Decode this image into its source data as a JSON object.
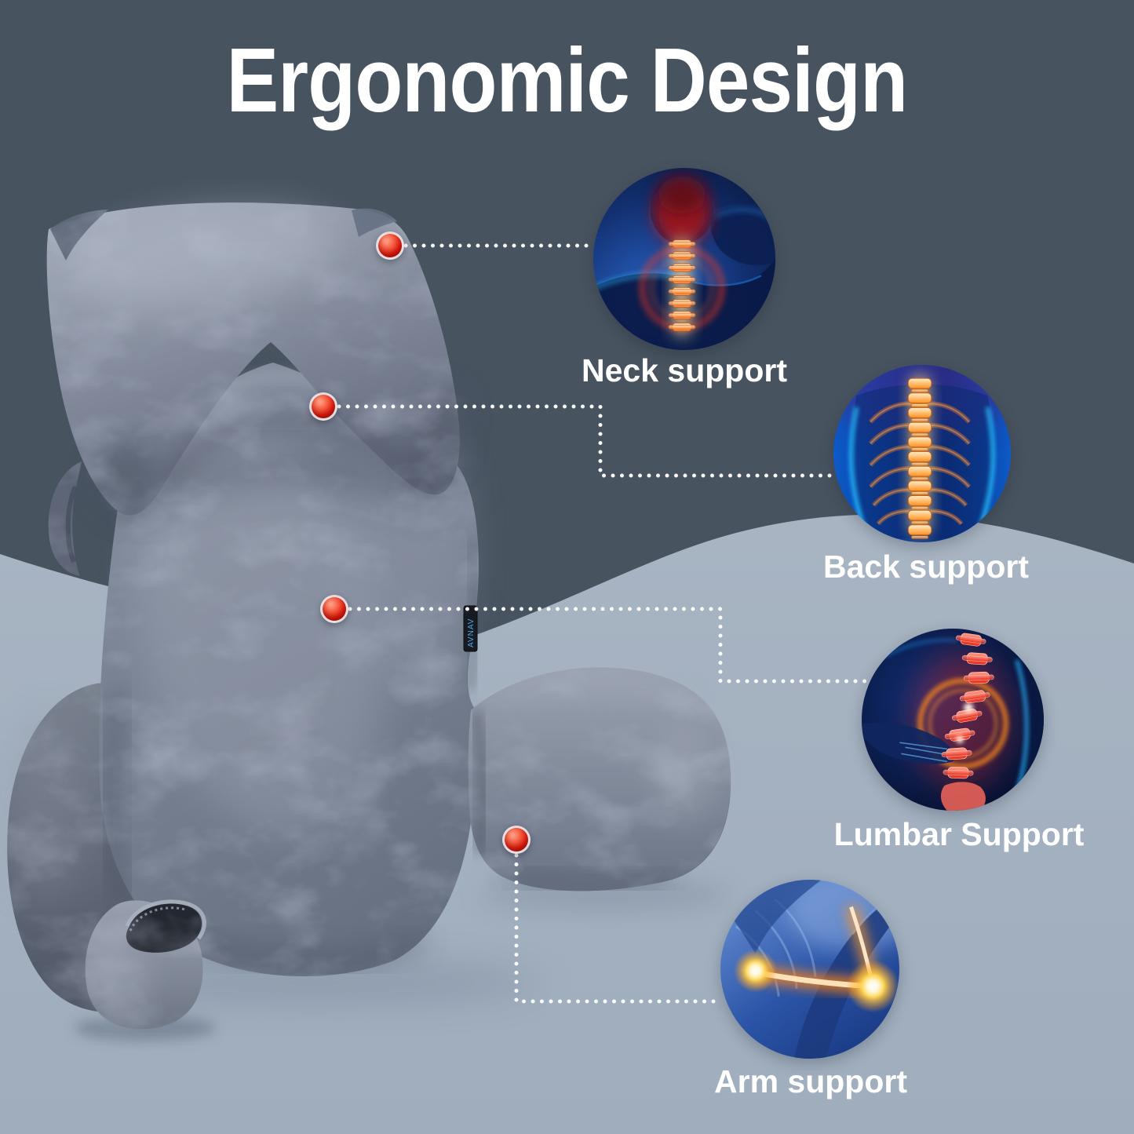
{
  "title": {
    "text": "Ergonomic Design"
  },
  "colors": {
    "background_top": "#485360",
    "background_bottom": "#A3B0BF",
    "title_text": "#FFFFFF",
    "label_text": "#FFFFFF",
    "hotspot_red": "#E02112",
    "leader_dots": "#FFFFFF",
    "tag_text": "#4FA8E8"
  },
  "product": {
    "kind": "gray velvet reading backrest pillow with headrest, armrests and side pocket",
    "tag_text": "AVNAV"
  },
  "callouts": [
    {
      "id": "neck",
      "label": "Neck support",
      "icon": "neck-spine-xray-icon"
    },
    {
      "id": "back",
      "label": "Back support",
      "icon": "back-spine-xray-icon"
    },
    {
      "id": "lumbar",
      "label": "Lumbar Support",
      "icon": "lumbar-spine-xray-icon"
    },
    {
      "id": "arm",
      "label": "Arm support",
      "icon": "elbow-joint-xray-icon"
    }
  ]
}
